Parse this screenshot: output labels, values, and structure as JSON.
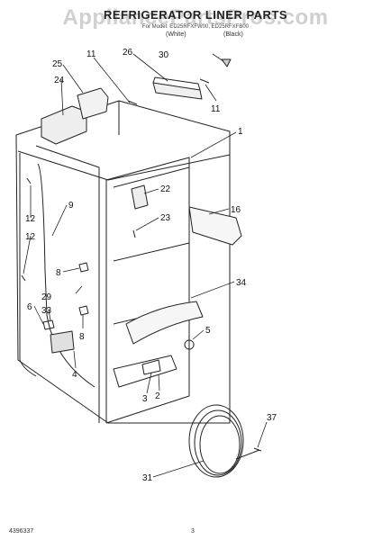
{
  "watermark": "AppliancePartsPros.com",
  "title": "REFRIGERATOR LINER PARTS",
  "subtitle": "For Model: ED25RFXFW00, ED25RFXFB00",
  "variants": [
    "(White)",
    "(Black)"
  ],
  "footer": {
    "left": "4396337",
    "page": "3"
  },
  "callouts": [
    "1",
    "3",
    "2",
    "4",
    "5",
    "6",
    "8",
    "8",
    "9",
    "11",
    "11",
    "12",
    "12",
    "16",
    "22",
    "23",
    "24",
    "25",
    "26",
    "29",
    "30",
    "31",
    "33",
    "34",
    "37"
  ]
}
